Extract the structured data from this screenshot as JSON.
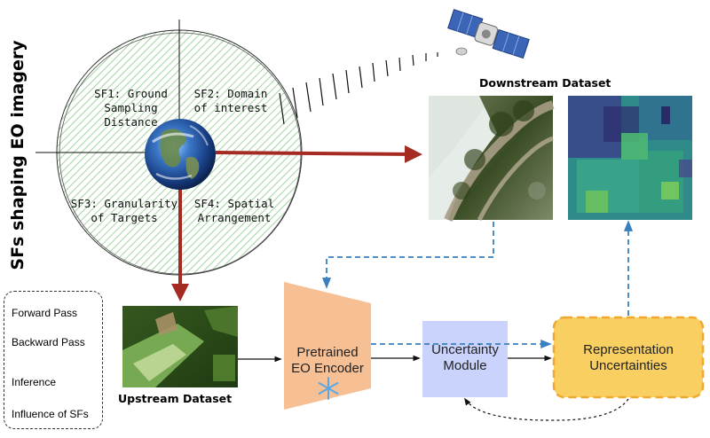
{
  "vertical_title": "SFs shaping EO imagery",
  "circle": {
    "sf1": [
      "SF1: Ground",
      "Sampling Distance"
    ],
    "sf2": [
      "SF2: Domain",
      "of interest"
    ],
    "sf3": [
      "SF3: Granularity",
      "of Targets"
    ],
    "sf4": [
      "SF4: Spatial",
      "Arrangement"
    ]
  },
  "downstream_title": "Downstream Dataset",
  "upstream_title": "Upstream Dataset",
  "encoder_label": [
    "Pretrained",
    "EO Encoder"
  ],
  "uncertainty_module_label": [
    "Uncertainty",
    "Module"
  ],
  "representation_label": [
    "Representation",
    "Uncertainties"
  ],
  "legend": {
    "forward": "Forward Pass",
    "backward": "Backward Pass",
    "inference": "Inference",
    "influence": "Influence of SFs"
  },
  "colors": {
    "influence_arrow": "#a52a22",
    "inference_arrow": "#3a7fbf",
    "encoder_fill": "#f6bf94",
    "uncertainty_fill": "#c9d3fb",
    "representation_fill": "#f9cf62",
    "representation_border": "#f0a830",
    "hatch": "#8cc98a"
  }
}
